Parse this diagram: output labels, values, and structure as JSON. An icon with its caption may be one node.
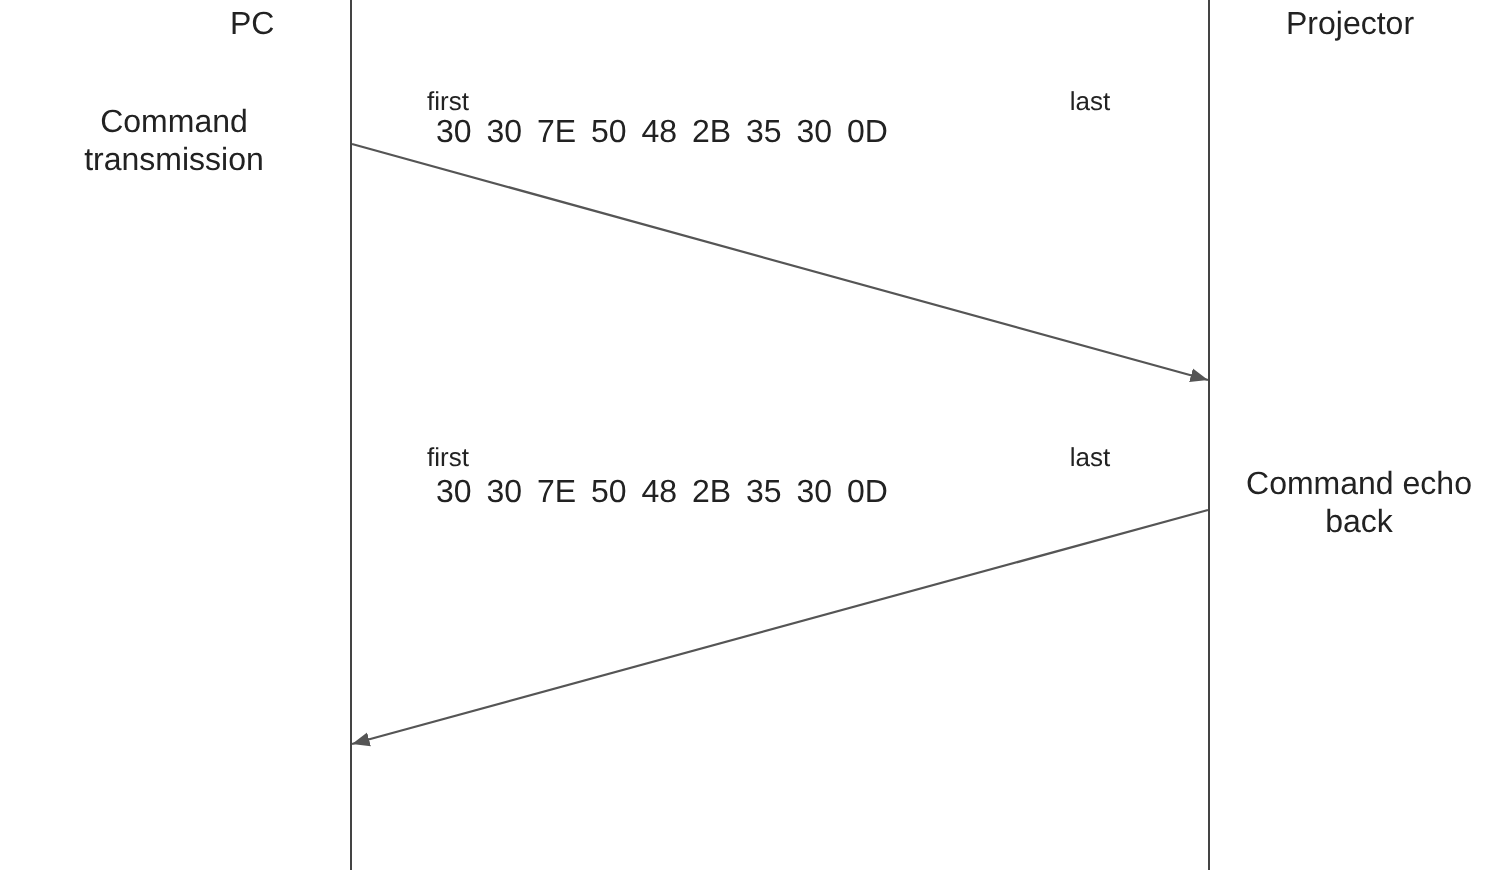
{
  "diagram": {
    "nodes": [
      {
        "text": [
          "PC"
        ]
      },
      {
        "text": [
          "Projector"
        ]
      }
    ],
    "edges": [
      {
        "from": 0,
        "to": 1,
        "arrow": "to",
        "label": "30 30 7E 50 48 2B 35 30 0D"
      },
      {
        "from": 1,
        "to": 0,
        "arrow": "to",
        "label": "30 30 7E 50 48 2B 35 30 0D"
      }
    ],
    "labels": [
      "first",
      "last",
      "Command transmission",
      "first",
      "last",
      "Command echo back"
    ]
  }
}
